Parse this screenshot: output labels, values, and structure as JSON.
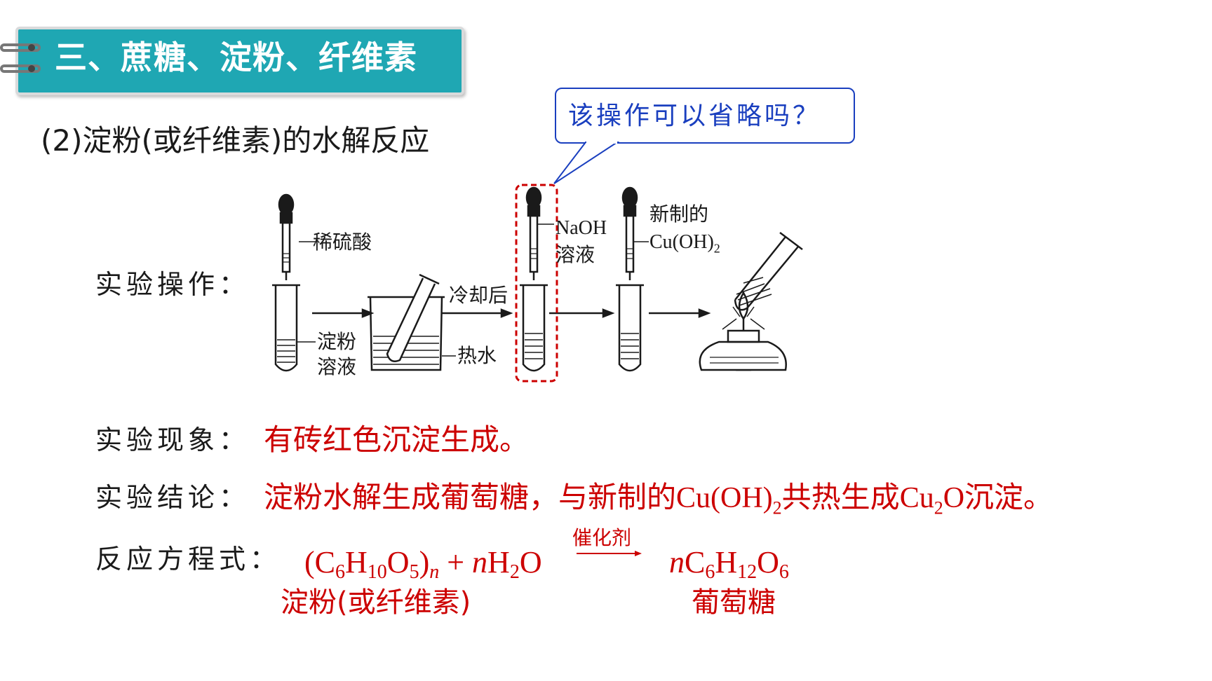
{
  "header": {
    "title": "三、蔗糖、淀粉、纤维素"
  },
  "section": {
    "subtitle": "(2)淀粉(或纤维素)的水解反应"
  },
  "callout": {
    "text": "该操作可以省略吗？"
  },
  "operation": {
    "label": "实验操作：",
    "reagent_acid": "稀硫酸",
    "starch_line1": "淀粉",
    "starch_line2": "溶液",
    "cooled": "冷却后",
    "hot_water": "热水",
    "naoh_line1": "NaOH",
    "naoh_line2": "溶液",
    "cu_line1": "新制的",
    "cu_line2_base": "Cu(OH)",
    "cu_line2_sub": "2"
  },
  "phenomenon": {
    "label": "实验现象：",
    "text": "有砖红色沉淀生成。"
  },
  "conclusion": {
    "label": "实验结论：",
    "text_part1": "淀粉水解生成葡萄糖，与新制的",
    "cuoh": "Cu(OH)",
    "cuoh_sub": "2",
    "text_part2": "共热生成",
    "cu2o_a": "Cu",
    "cu2o_sub": "2",
    "cu2o_b": "O",
    "text_part3": "沉淀。"
  },
  "equation": {
    "label": "反应方程式：",
    "catalyst": "催化剂",
    "reactant_caption": "淀粉(或纤维素)",
    "product_caption": "葡萄糖"
  },
  "colors": {
    "banner": "#1fa7b3",
    "highlight_red": "#cc0000",
    "callout_blue": "#1a3fbf"
  }
}
